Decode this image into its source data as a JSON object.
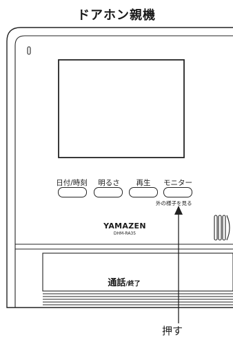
{
  "title": "ドアホン親機",
  "buttons": [
    {
      "label": "日付/時刻"
    },
    {
      "label": "明るさ"
    },
    {
      "label": "再生"
    },
    {
      "label": "モニター"
    }
  ],
  "monitor_hint": "外の様子を見る",
  "brand": "YAMAZEN",
  "model": "DHM-RA35",
  "talk_button": {
    "main": "通話",
    "sub": "/終了"
  },
  "callout": "押す"
}
